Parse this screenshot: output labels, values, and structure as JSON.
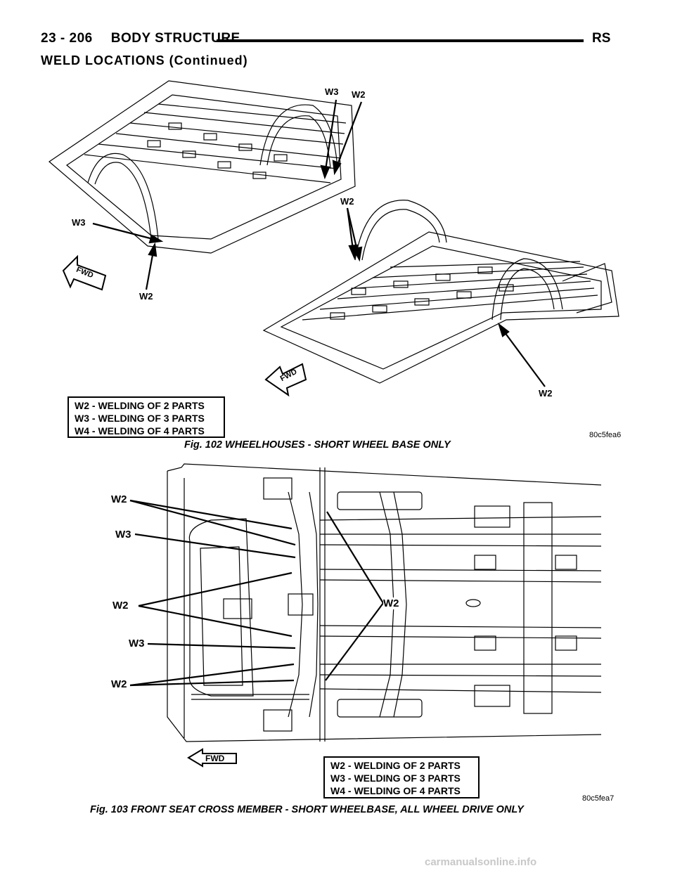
{
  "header": {
    "page_number": "23 - 206",
    "section": "BODY STRUCTURE",
    "model": "RS"
  },
  "section_title": "WELD LOCATIONS (Continued)",
  "figure_102": {
    "caption": "Fig. 102 WHEELHOUSES - SHORT WHEEL BASE ONLY",
    "code": "80c5fea6",
    "legend": [
      "W2 - WELDING OF 2 PARTS",
      "W3 - WELDING OF 3 PARTS",
      "W4 - WELDING OF 4 PARTS"
    ],
    "callouts": [
      "W3",
      "W2",
      "W2",
      "W3",
      "W2",
      "W2"
    ],
    "fwd_labels": [
      "FWD",
      "FWD"
    ]
  },
  "figure_103": {
    "caption": "Fig. 103 FRONT SEAT CROSS MEMBER - SHORT WHEELBASE, ALL WHEEL DRIVE ONLY",
    "code": "80c5fea7",
    "legend": [
      "W2 - WELDING OF 2 PARTS",
      "W3 - WELDING OF 3 PARTS",
      "W4 - WELDING OF 4 PARTS"
    ],
    "callouts": [
      "W2",
      "W3",
      "W2",
      "W3",
      "W2",
      "W2"
    ],
    "fwd_label": "FWD"
  },
  "footer": "carmanualsonline.info"
}
